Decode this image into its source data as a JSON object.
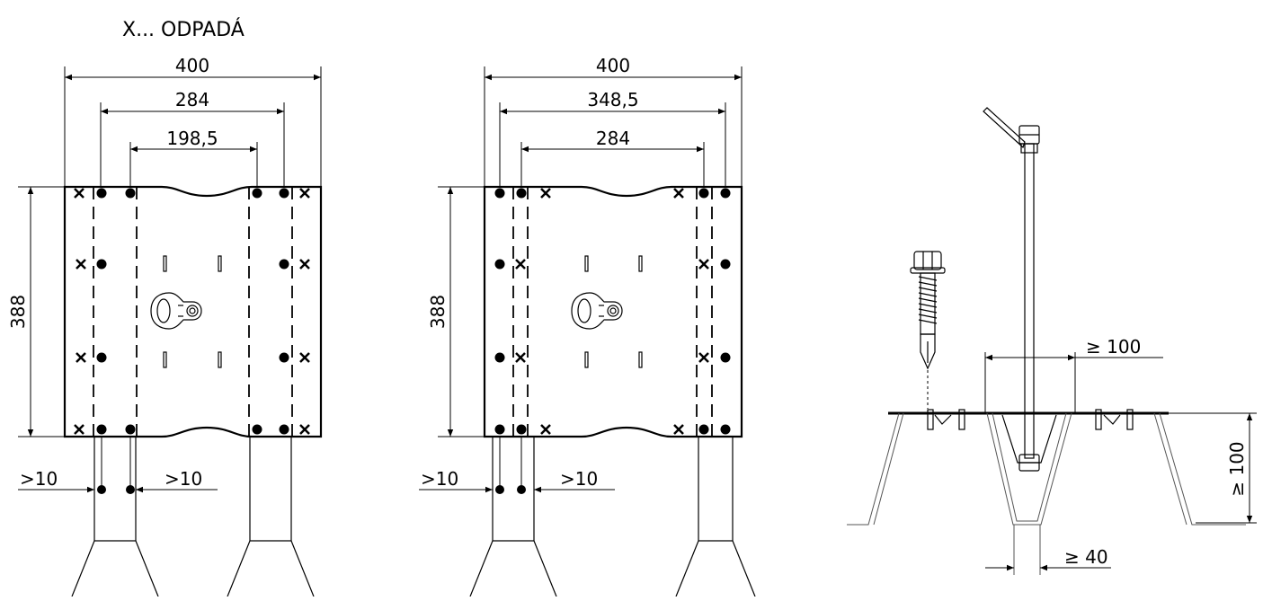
{
  "legend": {
    "text": "X... ODPADÁ"
  },
  "plate_left": {
    "dim_total": "400",
    "dim_middle": "284",
    "dim_inner": "198,5",
    "dim_height": "388",
    "edge_left": ">10",
    "edge_right": ">10"
  },
  "plate_right": {
    "dim_total": "400",
    "dim_middle": "348,5",
    "dim_inner": "284",
    "dim_height": "388",
    "edge_left": ">10",
    "edge_right": ">10"
  },
  "section": {
    "dim_width": "≥ 100",
    "dim_height": "≥ 100",
    "dim_bottom": "≥ 40"
  },
  "colors": {
    "line": "#000000",
    "background": "#ffffff"
  }
}
